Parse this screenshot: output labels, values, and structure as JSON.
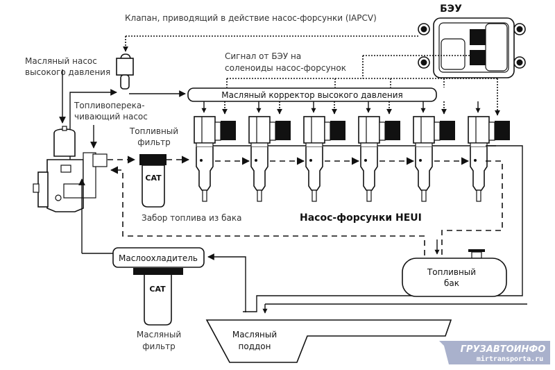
{
  "labels": {
    "valve_iapcv": "Клапан, приводящий в действие насос-форсунки (IAPCV)",
    "ecu": "БЭУ",
    "oil_pump_line1": "Масляный насос",
    "oil_pump_line2": "высокого давления",
    "signal_line1": "Сигнал от БЭУ на",
    "signal_line2": "соленоиды насос-форсунок",
    "rail": "Масляный корректор высокого давления",
    "transfer_pump_line1": "Топливоперека-",
    "transfer_pump_line2": "чивающий насос",
    "fuel_filter_line1": "Топливный",
    "fuel_filter_line2": "фильтр",
    "fuel_intake": "Забор топлива из бака",
    "injectors": "Насос-форсунки HEUI",
    "oil_cooler": "Маслоохладитель",
    "oil_filter_line1": "Масляный",
    "oil_filter_line2": "фильтр",
    "fuel_tank_line1": "Топливный",
    "fuel_tank_line2": "бак",
    "oil_pan_line1": "Масляный",
    "oil_pan_line2": "поддон",
    "filter_brand": "CAT"
  },
  "injector_count": 6,
  "watermark": {
    "title": "ГРУЗАВТОИНФО",
    "subtitle": "mirtransporta.ru",
    "color": "#a9b1cc"
  }
}
